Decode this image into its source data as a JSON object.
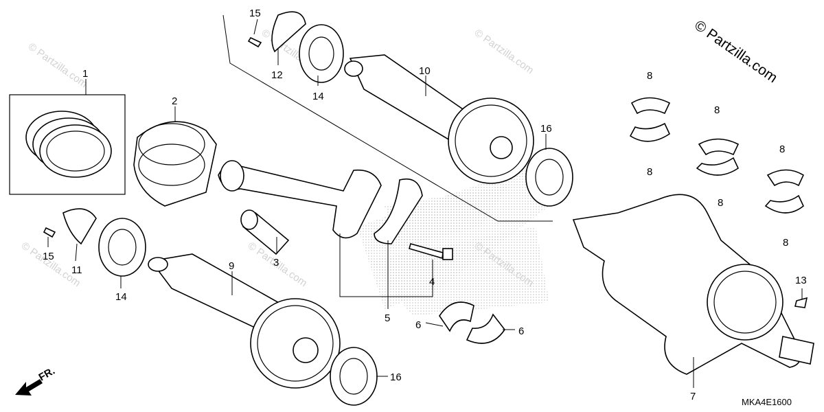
{
  "copyright": "© Partzilla.com",
  "watermark": "© Partzilla.com",
  "diagram_code": "MKA4E1600",
  "direction_label": "FR.",
  "callouts": {
    "c1": "1",
    "c2": "2",
    "c3": "3",
    "c4": "4",
    "c5": "5",
    "c6a": "6",
    "c6b": "6",
    "c7": "7",
    "c8a": "8",
    "c8b": "8",
    "c8c": "8",
    "c8d": "8",
    "c8e": "8",
    "c8f": "8",
    "c9": "9",
    "c10": "10",
    "c11": "11",
    "c12": "12",
    "c13": "13",
    "c14a": "14",
    "c14b": "14",
    "c15a": "15",
    "c15b": "15",
    "c16a": "16",
    "c16b": "16"
  },
  "colors": {
    "line": "#000000",
    "watermark": "#d2d2d2",
    "background": "#ffffff"
  }
}
